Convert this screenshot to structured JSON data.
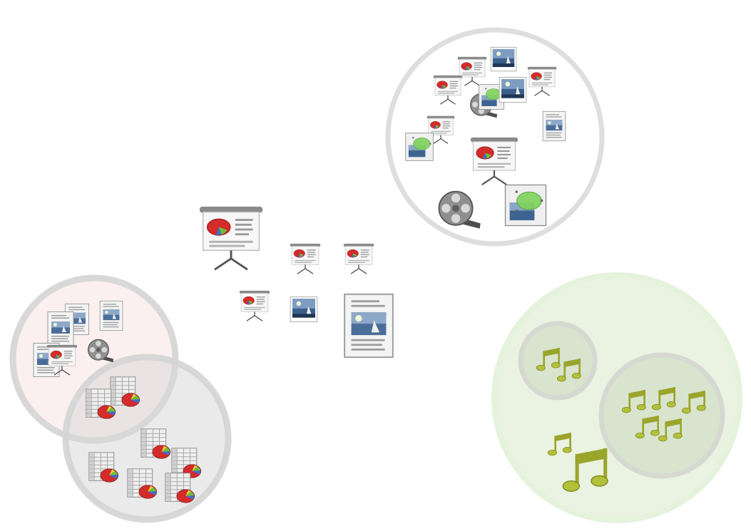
{
  "colors": {
    "background": "#ffffff",
    "cluster_ring": "#dcdcdc",
    "cluster_fill": "#e9e9e9",
    "documents_cluster_fill": "#fbeaea",
    "music_cluster_fill": "#eaf3e2",
    "music_cluster_ring": "#e8f3dc",
    "music_note": "#a9b731",
    "pie_red": "#d42b2b",
    "pie_green": "#6cbe3a",
    "pie_blue": "#3d6fd0"
  },
  "clusters": [
    {
      "id": "top-right",
      "members": [
        "presentation-icon",
        "image-icon",
        "video-icon",
        "document-icon"
      ]
    },
    {
      "id": "bottom-left-documents",
      "members": [
        "document-icon",
        "presentation-icon",
        "video-icon"
      ]
    },
    {
      "id": "bottom-left-spreadsheets",
      "members": [
        "spreadsheet-icon"
      ]
    },
    {
      "id": "bottom-right-music",
      "members": [
        "music-note-icon"
      ]
    }
  ]
}
